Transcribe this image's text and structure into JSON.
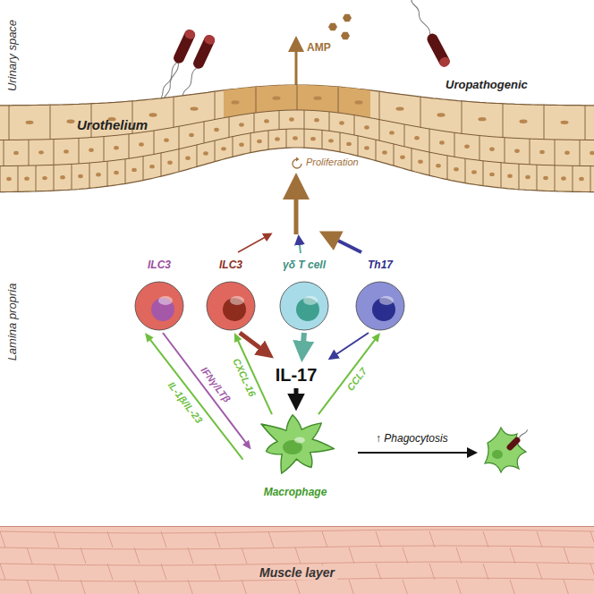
{
  "diagram": {
    "nodes": [
      {
        "text": [
          "Urothelium"
        ]
      },
      {
        "text": [
          "ILC3"
        ]
      },
      {
        "text": [
          "ILC3"
        ]
      },
      {
        "text": [
          "γδ T cell"
        ]
      },
      {
        "text": [
          "Th17"
        ]
      },
      {
        "text": [
          "Macrophage"
        ]
      },
      {
        "text": [
          "Muscle layer"
        ]
      }
    ],
    "edges": [
      {
        "from": 1,
        "to": 5,
        "label": "IFNγ/LTβ",
        "arrow": "to"
      },
      {
        "from": 5,
        "to": 1,
        "label": "IL-1β/IL-23",
        "arrow": "to"
      },
      {
        "from": 5,
        "to": 2,
        "label": "CXCL-16",
        "arrow": "to"
      },
      {
        "from": 5,
        "to": 4,
        "label": "CCL7",
        "arrow": "to"
      }
    ],
    "labels": [
      "Urinary space",
      "AMP",
      "Uropathogenic",
      "Proliferation",
      "Lamina propria",
      "IL-17",
      "↑ Phagocytosis"
    ]
  }
}
